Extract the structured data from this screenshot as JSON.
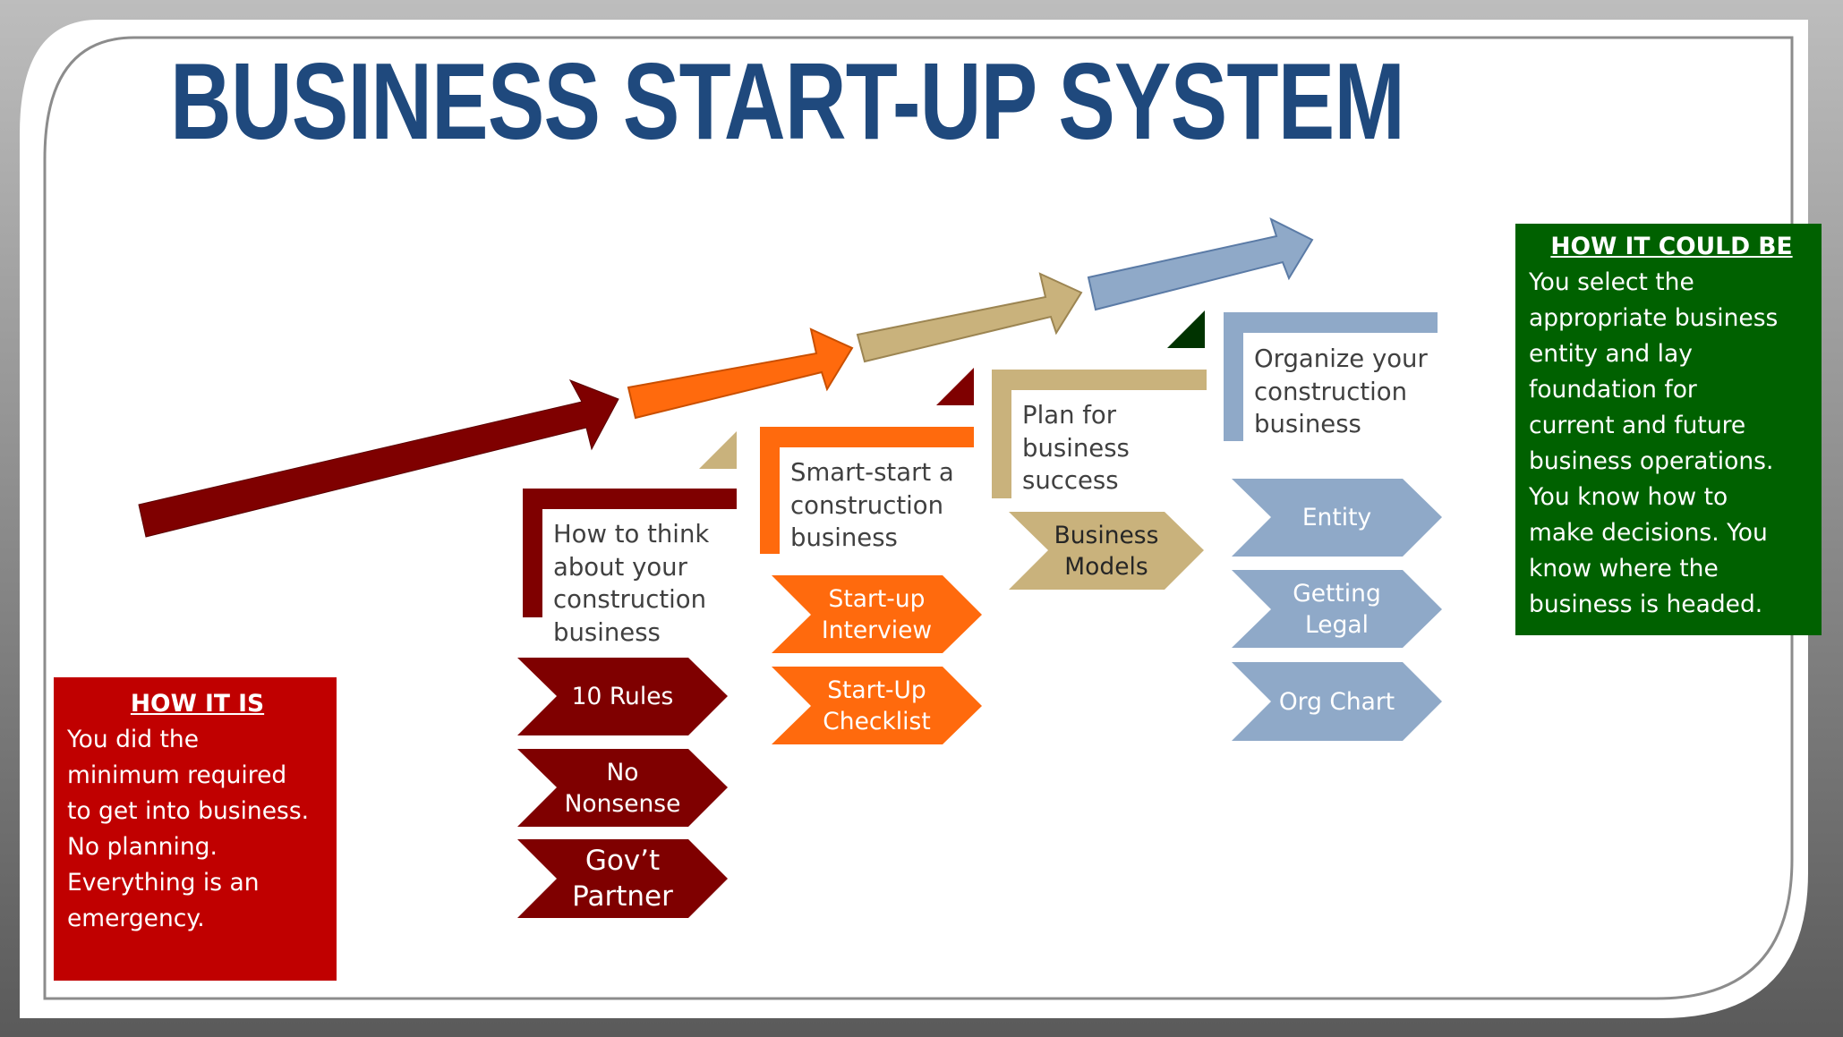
{
  "title": "BUSINESS START-UP SYSTEM",
  "colors": {
    "title": "#1f497d",
    "stage1": "#7f0000",
    "stage2": "#ff6a0d",
    "stage3": "#c9b27c",
    "stage4": "#8fa9c8",
    "how_it_is_bg": "#c00000",
    "how_it_could_be_bg": "#006100",
    "frame_gray": "#8c8c8c"
  },
  "how_it_is": {
    "heading": "HOW IT IS",
    "lines": [
      "You did the",
      "minimum required",
      "to get into business.",
      "No planning.",
      "Everything is an",
      "emergency."
    ]
  },
  "how_it_could_be": {
    "heading": "HOW IT COULD BE",
    "lines": [
      "You select the",
      "appropriate business",
      "entity and lay",
      "foundation for",
      "current and future",
      "business operations.",
      "You know how to",
      "make decisions. You",
      "know where the",
      "business is headed."
    ]
  },
  "stages": [
    {
      "id": "think",
      "color": "#7f0000",
      "text_lines": [
        "How to think",
        "about your",
        "construction",
        "business"
      ],
      "items": [
        {
          "lines": [
            "10 Rules"
          ]
        },
        {
          "lines": [
            "No",
            "Nonsense"
          ]
        },
        {
          "lines": [
            "Gov’t",
            "Partner"
          ]
        }
      ]
    },
    {
      "id": "smart-start",
      "color": "#ff6a0d",
      "text_lines": [
        "Smart-start a",
        "construction",
        "business"
      ],
      "items": [
        {
          "lines": [
            "Start-up",
            "Interview"
          ]
        },
        {
          "lines": [
            "Start-Up",
            "Checklist"
          ]
        }
      ]
    },
    {
      "id": "plan",
      "color": "#c9b27c",
      "text_lines": [
        "Plan for",
        "business",
        "success"
      ],
      "items": [
        {
          "lines": [
            "Business",
            "Models"
          ]
        }
      ]
    },
    {
      "id": "organize",
      "color": "#8fa9c8",
      "text_lines": [
        "Organize your",
        "construction",
        "business"
      ],
      "items": [
        {
          "lines": [
            "Entity"
          ]
        },
        {
          "lines": [
            "Getting",
            "Legal"
          ]
        },
        {
          "lines": [
            "Org Chart"
          ]
        }
      ]
    }
  ]
}
